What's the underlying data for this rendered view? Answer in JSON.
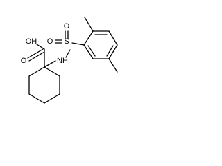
{
  "structure": {
    "colors": {
      "bond": "#000000",
      "text": "#000000",
      "background": "#ffffff"
    },
    "labels": {
      "oh": "OH",
      "o_carboxyl": "O",
      "s": "S",
      "o_sulfonyl_top": "O",
      "o_sulfonyl_left": "O",
      "nh": "NH"
    }
  }
}
